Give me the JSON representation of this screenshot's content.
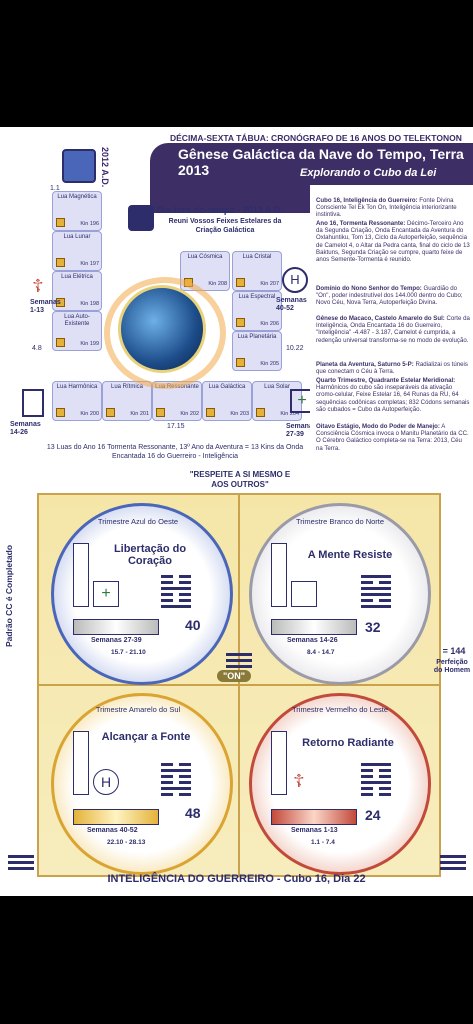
{
  "header": {
    "line1": "DÉCIMA-SEXTA TÁBUA: CRONÓGRAFO DE 16 ANOS DO TELEKTONON",
    "line2": "Gênese Galáctica da Nave do Tempo, Terra 2013",
    "line3": "Explorando o Cubo da Lei"
  },
  "year_label": "2012 A.D.",
  "point_11": "1.1",
  "moons": [
    {
      "label": "Lua Magnética",
      "kin": "Kin 196"
    },
    {
      "label": "Lua Lunar",
      "kin": "Kin 197"
    },
    {
      "label": "Lua Elétrica",
      "kin": "Kin 198"
    },
    {
      "label": "Lua Auto-Existente",
      "kin": "Kin 199"
    },
    {
      "label": "Lua Harmônica",
      "kin": "Kin 200"
    },
    {
      "label": "Lua Rítmica",
      "kin": "Kin 201"
    },
    {
      "label": "Lua Ressonante",
      "kin": "Kin 202"
    },
    {
      "label": "Lua Galáctica",
      "kin": "Kin 203"
    },
    {
      "label": "Lua Solar",
      "kin": "Kin 204"
    },
    {
      "label": "Lua Planetária",
      "kin": "Kin 205"
    },
    {
      "label": "Lua Espectral",
      "kin": "Kin 206"
    },
    {
      "label": "Lua Cristal",
      "kin": "Kin 207"
    },
    {
      "label": "Lua Cósmica",
      "kin": "Kin 208"
    }
  ],
  "center": {
    "title": "Dia-fora-do-tempo - 2013 A.D.",
    "subtitle": "Reuni Vossos Feixes Estelares da Criação Galáctica"
  },
  "marks": {
    "m48": "4.8",
    "m1022": "10.22",
    "m1715": "17.15"
  },
  "weeks": {
    "w113": "Semanas 1-13",
    "w4052": "Semanas 40-52",
    "w1426": "Semanas 14-26",
    "w2739": "Semanas 27-39"
  },
  "bottom_text": "13 Luas do Ano 16 Tormenta Ressonante, 13º Ano da Aventura = 13 Kins da Onda Encantada 16 do Guerreiro - Inteligência",
  "respeite": "\"RESPEITE A SI MESMO E AOS OUTROS\"",
  "panel": [
    {
      "title": "Cubo 16, Inteligência do Guerreiro:",
      "text": " Fonte Divina Consciente Tel Ek Ton On, Inteligência interiorizante instintiva."
    },
    {
      "title": "Ano 16, Tormenta Ressonante:",
      "text": " Décimo-Terceiro Ano da Segunda Criação, Onda Encantada da Aventura do Oxlahuntiku, Tom 13, Ciclo da Autoperfeição, sequência de Camelot 4, o Altar da Pedra canta, final do ciclo de 13 Baktuns, Segunda Criação se cumpre, quarto feixe de anos Semente-Tormenta é reunido."
    },
    {
      "title": "Domínio do Nono Senhor do Tempo:",
      "text": " Guardião do \"On\", poder indestrutível dos 144.000 dentro do Cubo; Novo Céu, Nova Terra, Autoperfeição Divina."
    },
    {
      "title": "Gênese do Macaco, Castelo Amarelo do Sul:",
      "text": " Corte da Inteligência, Onda Encantada 16 do Guerreiro, \"Inteligência\" -4.487 - 3.187, Camelot é cumprida, a redenção universal transforma-se no modo de evolução."
    },
    {
      "title": "Planeta da Aventura, Saturno 5-P:",
      "text": " Radializai os túneis que conectam o Céu à Terra."
    },
    {
      "title": "Quarto Trimestre, Quadrante Estelar Meridional:",
      "text": " Harmônicos do cubo são inseparáveis da ativação cromo-celular, Feixe Estelar 16, 64 Runas da RU, 64 sequências codônicas completas; 832 Códons semanais são cubados = Cubo da Autoperfeição."
    },
    {
      "title": "Oitavo Estágio, Modo do Poder de Manejo:",
      "text": " A Consciência Cósmica invoca o Manitu Planetário da CC. O Cérebro Galáctico completa-se na Terra: 2013, Céu na Terra."
    }
  ],
  "side_left": "Padrão CC é Completado",
  "side_right": {
    "value": "= 144",
    "label": "Perfeição do Homem"
  },
  "on_label": "\"ON\"",
  "quadrants": [
    {
      "trimestre": "Trimestre Azul do Oeste",
      "title": "Libertação do Coração",
      "number": "40",
      "weeks": "Semanas 27-39",
      "dates": "15.7 - 21.10"
    },
    {
      "trimestre": "Trimestre Branco do Norte",
      "title": "A Mente Resiste",
      "number": "32",
      "weeks": "Semanas 14-26",
      "dates": "8.4 - 14.7"
    },
    {
      "trimestre": "Trimestre Amarelo do Sul",
      "title": "Alcançar a Fonte",
      "number": "48",
      "weeks": "Semanas 40-52",
      "dates": "22.10 - 28.13"
    },
    {
      "trimestre": "Trimestre Vermelho do Leste",
      "title": "Retorno Radiante",
      "number": "24",
      "weeks": "Semanas 1-13",
      "dates": "1.1 - 7.4"
    }
  ],
  "footer": "INTELIGÊNCIA DO GUERREIRO - Cubo 16, Dia 22",
  "colors": {
    "navy": "#3d2f66",
    "blue_circle": "#4a66b8",
    "red_circle": "#c24a3a",
    "gold": "#e4b23a"
  }
}
